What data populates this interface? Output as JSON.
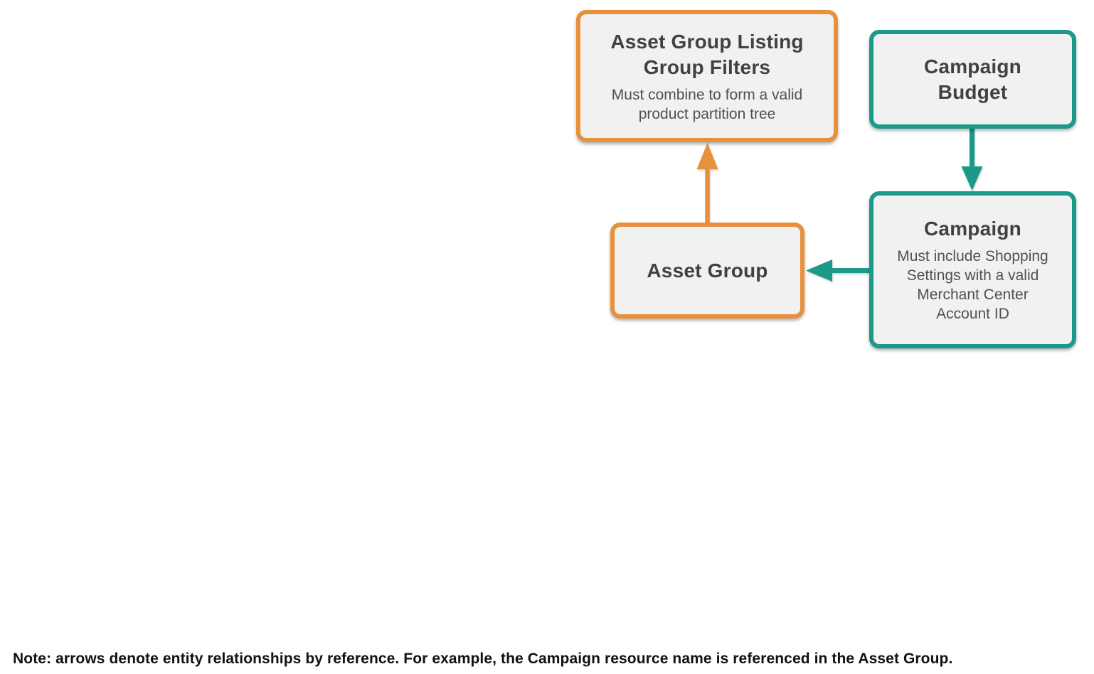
{
  "diagram": {
    "nodes": [
      {
        "id": "asset-group-listing-group-filters",
        "title": "Asset Group Listing Group Filters",
        "subtitle": "Must combine to form a valid product partition tree",
        "accent": "orange"
      },
      {
        "id": "campaign-budget",
        "title": "Campaign Budget",
        "subtitle": "",
        "accent": "teal"
      },
      {
        "id": "campaign",
        "title": "Campaign",
        "subtitle": "Must include Shopping Settings with a valid Merchant Center Account ID",
        "accent": "teal"
      },
      {
        "id": "asset-group",
        "title": "Asset Group",
        "subtitle": "",
        "accent": "orange"
      }
    ],
    "edges": [
      {
        "from": "asset-group",
        "to": "asset-group-listing-group-filters",
        "direction": "up",
        "color_key": "orange"
      },
      {
        "from": "campaign-budget",
        "to": "campaign",
        "direction": "down",
        "color_key": "teal"
      },
      {
        "from": "campaign",
        "to": "asset-group",
        "direction": "left",
        "color_key": "teal"
      }
    ],
    "colors": {
      "orange": "#E8913C",
      "teal": "#1B9A89",
      "node_fill": "#F1F1F1",
      "title_text": "#3F4245",
      "subtitle_text": "#4D5156",
      "note_text": "#111111"
    }
  },
  "note": "Note: arrows denote entity relationships by reference. For example, the Campaign resource name is referenced in the Asset Group."
}
